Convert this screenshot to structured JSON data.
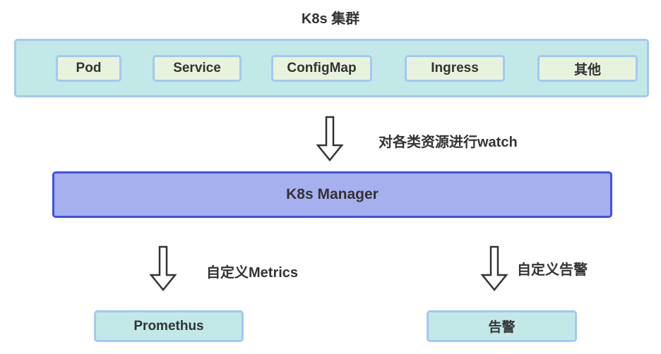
{
  "diagram": {
    "title": "K8s 集群",
    "cluster_resources": [
      {
        "label": "Pod"
      },
      {
        "label": "Service"
      },
      {
        "label": "ConfigMap"
      },
      {
        "label": "Ingress"
      },
      {
        "label": "其他"
      }
    ],
    "arrow_watch_label": "对各类资源进行watch",
    "manager_label": "K8s Manager",
    "arrow_metrics_label": "自定义Metrics",
    "arrow_alert_label": "自定义告警",
    "prometheus_label": "Promethus",
    "alert_label": "告警",
    "colors": {
      "cluster_fill": "#c2e8e8",
      "cluster_border": "#a4c8f4",
      "resource_fill": "#e8f3de",
      "manager_fill": "#a7b0ee",
      "manager_border": "#3f50ec",
      "text": "#333333"
    }
  }
}
